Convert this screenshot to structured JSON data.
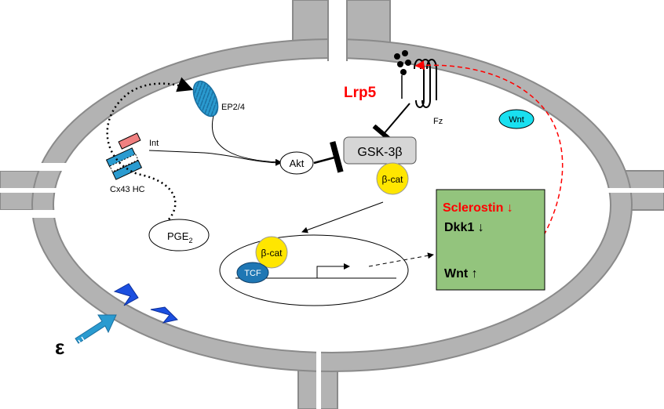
{
  "labels": {
    "lrp5": "Lrp5",
    "fz": "Fz",
    "wnt_ligand": "Wnt",
    "ep24": "EP2/4",
    "int": "Int",
    "cx43": "Cx43 HC",
    "pge2_base": "PGE",
    "pge2_sub": "2",
    "akt": "Akt",
    "gsk": "GSK-3β",
    "bcat_cyto": "β-cat",
    "bcat_nuc": "β-cat",
    "tcf": "TCF",
    "strain": "ε"
  },
  "targets": {
    "sclerostin": "Sclerostin ↓",
    "dkk1": "Dkk1 ↓",
    "wnt": "Wnt ↑"
  },
  "colors": {
    "membrane": "#b3b3b3",
    "membrane_edge": "#8a8a8a",
    "cyan_receptor": "#2a9bd0",
    "yellow_bcat": "#ffe600",
    "green_box": "#93c47d",
    "red_text": "#ff0000",
    "wnt_cyan": "#19e0f0",
    "blue_arrow": "#1b4fe0",
    "gsk_fill": "#d6d6d6",
    "int_red": "#f08080"
  }
}
